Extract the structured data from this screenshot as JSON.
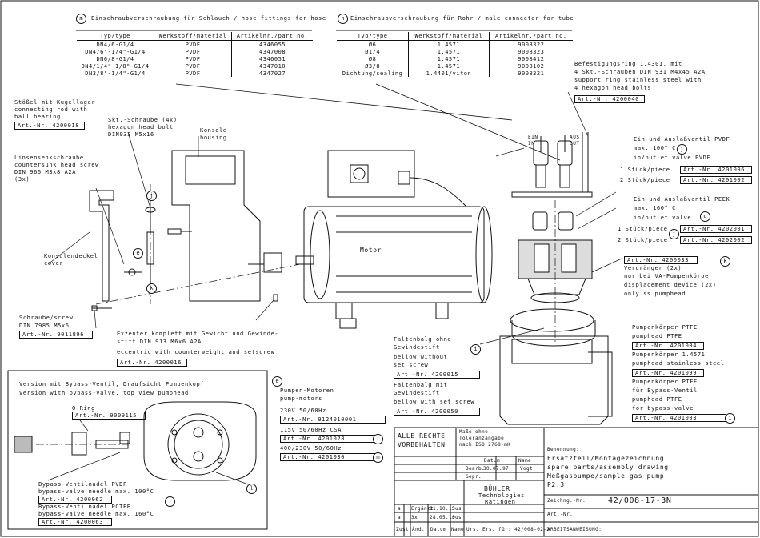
{
  "hose_table": {
    "badge": "m",
    "title": "Einschraubverschraubung für Schlauch / hose fittings for hose",
    "headers": [
      "Typ/type",
      "Werkstoff/material",
      "Artikelnr./part no."
    ],
    "rows": [
      [
        "DN4/6-G1/4",
        "PVDF",
        "4346055"
      ],
      [
        "DN4/6\"-1/4\"-G1/4",
        "PVDF",
        "4347008"
      ],
      [
        "DN6/8-G1/4",
        "PVDF",
        "4346051"
      ],
      [
        "DN4/1/4\"-1/8\"-G1/4",
        "PVDF",
        "4347010"
      ],
      [
        "DN3/8\"-1/4\"-G1/4",
        "PVDF",
        "4347027"
      ]
    ]
  },
  "tube_table": {
    "badge": "n",
    "title": "Einschraubverschraubung für Rohr / male connector for tube",
    "headers": [
      "Typ/type",
      "Werkstoff/material",
      "Artikelnr./part no."
    ],
    "rows": [
      [
        "Ø6",
        "1.4571",
        "9008322"
      ],
      [
        "Ø1/4",
        "1.4571",
        "9008323"
      ],
      [
        "Ø8",
        "1.4571",
        "9008412"
      ],
      [
        "Ø3/8",
        "1.4571",
        "9008102"
      ],
      [
        "Dichtung/sealing",
        "1.4401/viton",
        "9008321"
      ]
    ]
  },
  "labels": {
    "support_ring": [
      "Befestigungsring 1.4301, mit",
      "4 Skt.-Schrauben DIN 931 M4x45 A2A",
      "support ring stainless steel with",
      "4 hexagon head bolts"
    ],
    "support_ring_art": "Art.-Nr. 4200040",
    "connecting_rod": [
      "Stößel mit Kugellager",
      "connecting rod with",
      "ball bearing"
    ],
    "connecting_rod_art": "Art.-Nr. 4200018",
    "hex_bolt": [
      "Skt.-Schraube (4x)",
      "hexagon head bolt",
      "DIN933 M5x16"
    ],
    "console": [
      "Konsole",
      "housing"
    ],
    "countersunk": [
      "Linsensenkschraube",
      "countersunk head screw",
      "DIN 966 M3x8 A2A",
      "(3x)"
    ],
    "console_cover": [
      "Konsolendeckel",
      "cover"
    ],
    "screw": [
      "Schraube/screw",
      "DIN 7985 M5x6"
    ],
    "screw_art": "Art.-Nr. 9011896",
    "eccentric": [
      "Exzenter komplett mit Gewicht und Gewinde-",
      "stift DIN 913 M6x6 A2A",
      "eccentric with counterweight and setscrew"
    ],
    "eccentric_art": "Art.-Nr. 4200016",
    "motor": "Motor",
    "inlet": "EIN IN",
    "outlet": "AUS OUT",
    "pvdf_valve": [
      "Ein-und Auslaßventil PVDF",
      "max. 100° C",
      "in/outlet valve PVDF"
    ],
    "pvdf_1": "1 Stück/piece",
    "pvdf_1_art": "Art.-Nr. 4201006",
    "pvdf_2": "2 Stück/piece",
    "pvdf_2_art": "Art.-Nr. 4201002",
    "peek_valve": [
      "Ein-und Auslaßventil PEEK",
      "max. 160° C",
      "in/outlet valve"
    ],
    "peek_1": "1 Stück/piece",
    "peek_1_art": "Art.-Nr. 4202001",
    "peek_2": "2 Stück/piece",
    "peek_2_art": "Art.-Nr. 4202002",
    "displacer_art": "Art.-Nr. 4200033",
    "displacer": [
      "Verdränger (2x)",
      "nur bei VA-Pumpenkörper",
      "displacement device (2x)",
      "only ss pumphead"
    ],
    "bellow": [
      "Faltenbalg ohne",
      "Gewindestift",
      "bellow without",
      "set screw"
    ],
    "bellow_art": "Art.-Nr. 4200015",
    "bellow2": [
      "Faltenbalg mit",
      "Gewindestift",
      "bellow with set screw"
    ],
    "bellow2_art": "Art.-Nr. 4200050",
    "pumphead_ptfe": [
      "Pumpenkörper PTFE",
      "pumphead PTFE"
    ],
    "pumphead_ptfe_art": "Art.-Nr. 4201004",
    "pumphead_ss": [
      "Pumpenkörper 1.4571",
      "pumphead stainless steel"
    ],
    "pumphead_ss_art": "Art.-Nr. 4201099",
    "pumphead_bypass": [
      "Pumpenkörper PTFE",
      "für Bypass-Ventil",
      "pumphead PTFE",
      "for bypass-valve"
    ],
    "pumphead_bypass_art": "Art.-Nr. 4201003",
    "motors": [
      "Pumpen-Motoren",
      "pump-motors"
    ],
    "motor_230": "230V 50/60Hz",
    "motor_230_art": "Art.-Nr. 9124010001",
    "motor_115": "115V 50/60Hz CSA",
    "motor_115_art": "Art.-Nr. 4201028",
    "motor_400": "400/230V 50/60Hz",
    "motor_400_art": "Art.-Nr. 4201030",
    "bypass_title": [
      "Version mit Bypass-Ventil, Draufsicht Pumpenkopf",
      "version with bypass-valve, top view pumphead"
    ],
    "oring": "O-Ring",
    "oring_art": "Art.-Nr. 9009115",
    "needle": [
      "Bypass-Ventilnadel PVDF",
      "bypass-valve needle max. 100°C"
    ],
    "needle_art": "Art.-Nr. 4200062",
    "needle2": [
      "Bypass-Ventilnadel PCTFE",
      "bypass-valve needle max. 160°C"
    ],
    "needle2_art": "Art.-Nr. 4200063",
    "tolerance": [
      "Maße ohne",
      "Toleranzangabe",
      "nach ISO 2768-mK"
    ]
  },
  "badges": {
    "j": "j",
    "e": "e",
    "k": "k",
    "l": "l",
    "o": "o",
    "i": "i",
    "m": "m"
  },
  "title_block": {
    "rights": [
      "ALLE RECHTE",
      "VORBEHALTEN"
    ],
    "date_hdr": "Datum",
    "name_hdr": "Name",
    "bearb": "Bearb.",
    "bearb_date": "30.07.97",
    "bearb_name": "Vogt",
    "gepr": "Gepr.",
    "designation_hdr": "Benennung:",
    "designation": [
      "Ersatzteil/Montagezeichnung",
      "spare parts/assembly drawing",
      "Meßgaspumpe/sample gas pump",
      "P2.3"
    ],
    "company": [
      "BÜHLER",
      "Technologies",
      "Ratingen"
    ],
    "drawing_no_hdr": "Zeichng.-Nr.",
    "drawing_no": "42/008-17-3N",
    "art_hdr": "Art.-Nr.",
    "rev_rows": [
      [
        "a",
        "Ergänzt",
        "11.10.13",
        "Sus"
      ],
      [
        "a",
        "3x",
        "28.05.10",
        "Sus"
      ]
    ],
    "footer": [
      "Zust.",
      "Änd.",
      "Datum",
      "Name",
      "Urs.",
      "Ers. für: 42/008-02-2",
      "ARBEITSANWEISUNG:"
    ]
  }
}
